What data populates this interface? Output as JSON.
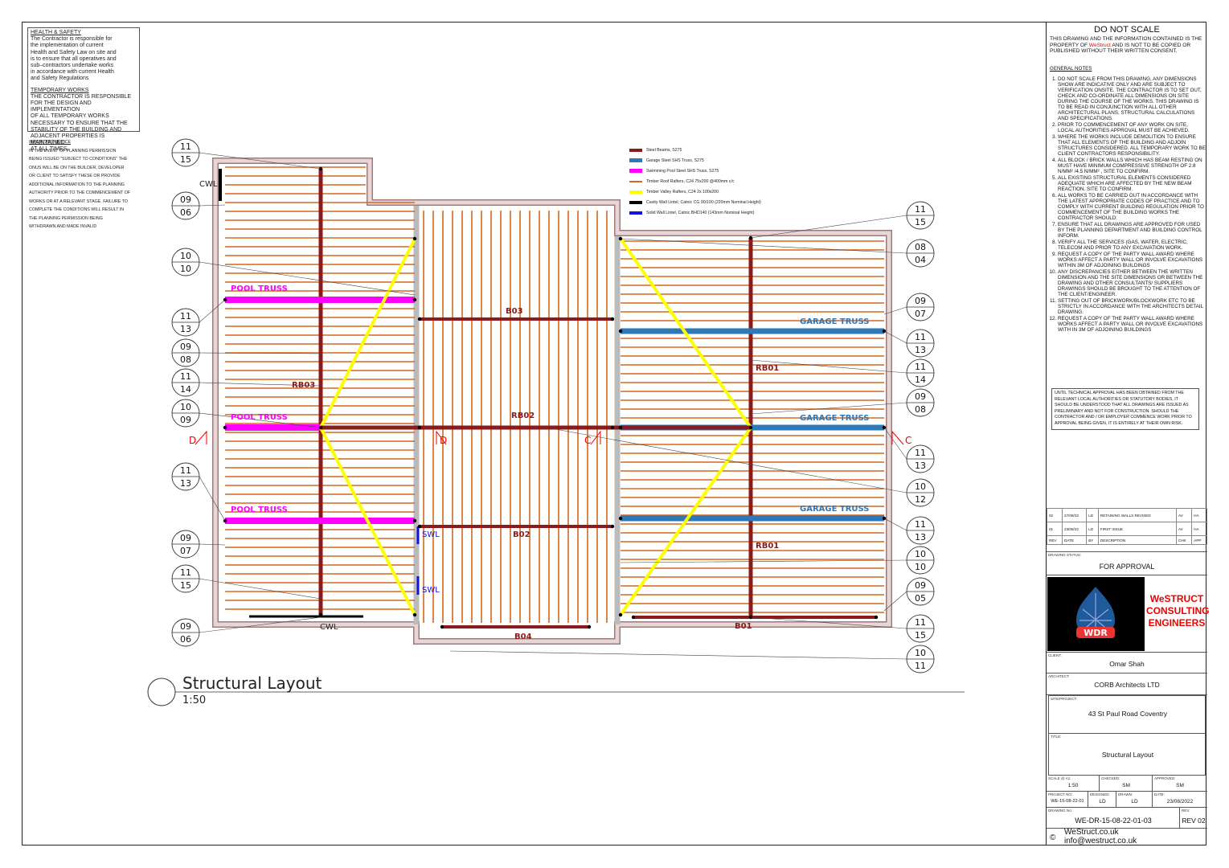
{
  "health_safety": {
    "heading": "HEALTH & SAFETY",
    "text": "The Contractor is responsible for\nthe implementation of current\nHealth and Safety Law on site and\nis to ensure that all operatives and\nsub–contractors undertake works\nin accordance with current Health\nand Safety Regulations",
    "temp_heading": "TEMPORARY WORKS",
    "temp_text": "THE CONTRACTOR IS RESPONSIBLE\nFOR THE DESIGN AND IMPLEMENTATION\nOF ALL TEMPORARY WORKS\nNECESSARY TO ENSURE THAT THE\nSTABILITY OF THE BUILDING AND\nADJACENT PROPERTIES IS MAINTAINED\nAT ALL TIMES."
  },
  "important_notice": {
    "heading": "IMPORTANT NOTICE",
    "text": "IN THE EVENT OF PLANNING PERMISSION\nBEING ISSUED \"SUBJECT TO CONDITIONS\" THE\nONUS WILL BE ON THE BUILDER, DEVELOPER\nOR CLIENT TO SATISFY THESE OR PROVIDE\nADDITIONAL INFORMATION TO THE PLANNING\nAUTHORITY PRIOR TO THE COMMENCEMENT OF\nWORKS OR AT A RELEVANT STAGE. FAILURE TO\nCOMPLETE THE CONDITIONS WILL RESULT IN\nTHE PLANNING PERMISSION BEING\nWITHDRAWN AND MADE INVALID"
  },
  "legend": [
    {
      "label": "Steel Beams, S275",
      "color": "#8b1a1a",
      "h": 4
    },
    {
      "label": "Garage Steel SHS Truss, S275",
      "color": "#2f78b7",
      "h": 5
    },
    {
      "label": "Swimming Pool Steel SHS Truss, S275",
      "color": "#ff00ff",
      "h": 5
    },
    {
      "label": "Timber Roof Rafters, C24 75x200 @400mm c/c",
      "color": "#d2691e",
      "h": 2
    },
    {
      "label": "Timber Valley Rafters, C24 2x 100x200",
      "color": "#ffff00",
      "h": 4
    },
    {
      "label": "Cavity Wall Lintel, Catnic CG 90/100 (220mm Nominal Height)",
      "color": "#000000",
      "h": 4
    },
    {
      "label": "Solid Wall Lintel, Catnic BHD140 (143mm Nominal Height)",
      "color": "#1010e0",
      "h": 4
    }
  ],
  "plan": {
    "labels": {
      "pool1": "POOL TRUSS",
      "pool2": "POOL TRUSS",
      "pool3": "POOL TRUSS",
      "garage1": "GARAGE TRUSS",
      "garage2": "GARAGE TRUSS",
      "garage3": "GARAGE TRUSS",
      "b03": "B03",
      "rb02": "RB02",
      "b02": "B02",
      "b04": "B04",
      "rb03": "RB03",
      "rb01a": "RB01",
      "rb01b": "RB01",
      "b01": "B01",
      "cwl1": "CWL",
      "cwl2": "CWL",
      "swl1": "SWL",
      "swl2": "SWL",
      "secD1": "D",
      "secD2": "D",
      "secC1": "C",
      "secC2": "C"
    },
    "left_refs": [
      [
        "11",
        "15"
      ],
      [
        "09",
        "06"
      ],
      [
        "10",
        "10"
      ],
      [
        "11",
        "13"
      ],
      [
        "09",
        "08"
      ],
      [
        "11",
        "14"
      ],
      [
        "10",
        "09"
      ],
      [
        "11",
        "13"
      ],
      [
        "09",
        "07"
      ],
      [
        "11",
        "15"
      ],
      [
        "09",
        "06"
      ]
    ],
    "right_refs": [
      [
        "11",
        "15"
      ],
      [
        "08",
        "04"
      ],
      [
        "09",
        "07"
      ],
      [
        "11",
        "13"
      ],
      [
        "11",
        "14"
      ],
      [
        "09",
        "08"
      ],
      [
        "11",
        "13"
      ],
      [
        "10",
        "12"
      ],
      [
        "11",
        "13"
      ],
      [
        "10",
        "10"
      ],
      [
        "09",
        "05"
      ],
      [
        "11",
        "15"
      ],
      [
        "10",
        "11"
      ]
    ]
  },
  "drawing_title": {
    "title": "Structural Layout",
    "scale": "1:50"
  },
  "title_block": {
    "do_not_scale": "DO NOT SCALE",
    "property_1": "THIS DRAWING AND THE INFORMATION CONTAINED IS THE PROPERTY OF ",
    "property_company": "WeStruct",
    "property_2": " AND IS NOT TO BE COPIED OR PUBLISHED WITHOUT THEIR WRITTEN CONSENT.",
    "general_notes_heading": "GENERAL NOTES",
    "general_notes": [
      "DO NOT SCALE FROM THIS DRAWING, ANY DIMENSIONS SHOW ARE INDICATIVE ONLY AND ARE SUBJECT TO VERIFICATION ONSITE. THE CONTRACTOR IS TO SET OUT, CHECK AND CO-ORDINATE ALL DIMENSIONS ON SITE DURING THE COURSE OF THE WORKS. THIS DRAWING IS TO BE READ IN CONJUNCTION WITH ALL OTHER ARCHITECTURAL PLANS, STRUCTURAL CALCULATIONS AND SPECIFICATIONS.",
      "PRIOR TO COMMENCEMENT OF ANY WORK ON SITE, LOCAL AUTHORITIES APPROVAL MUST BE ACHIEVED.",
      "WHERE THE WORKS INCLUDE DEMOLITION TO ENSURE THAT ALL ELEMENTS OF THE BUILDING AND ADJOIN STRUCTURES CONSIDERED. ALL TEMPORARY WORK TO BE CLIENT CONTRACTORS RESPONSIBILITY.",
      "ALL BLOCK / BRICK WALLS WHICH HAS BEAM RESTING ON MUST HAVE MINIMUM COMPRESSIVE STRENGTH OF 2.8 N/MM² /4.5 N/MM² , SITE TO CONFIRM.",
      "ALL EXISTING STRUCTURAL ELEMENTS CONSIDERED ADEQUATE WHICH ARE AFFECTED BY THE NEW BEAM REACTION. SITE TO CONFIRM.",
      "ALL WORKS TO BE CARRIED OUT IN ACCORDANCE WITH THE LATEST APPROPRIATE CODES OF PRACTICE AND TO COMPLY WITH CURRENT BUILDING REGULATION PRIOR TO COMMENCEMENT OF THE BUILDING WORKS THE CONTRACTOR SHOULD:",
      "ENSURE THAT ALL DRAWINGS ARE APPROVED FOR USED BY THE PLANNING DEPARTMENT AND BUILDING CONTROL INFORM.",
      "VERIFY ALL THE SERVICES (GAS, WATER, ELECTRIC, TELECOM AND PRIOR TO ANY EXCAVATION WORK.",
      "REQUEST A COPY OF THE PARTY WALL AWARD WHERE WORKS AFFECT A PARTY WALL OR INVOLVE EXCAVATIONS WITHIN 3M OF ADJOINING BUILDINGS",
      "ANY DISCREPANCIES EITHER BETWEEN THE WRITTEN DIMENSION AND THE SITE DIMENSIONS OR BETWEEN THE DRAWING AND OTHER CONSULTANTS/ SUPPLIERS DRAWINGS SHOULD BE BROUGHT TO THE ATTENTION OF THE CLIENT/ENGINEER.",
      "SETTING OUT OF BRICKWORK/BLOCKWORK ETC TO BE STRICTLY IN ACCORDANCE WITH THE ARCHITECTS DETAIL DRAWING.",
      "REQUEST A COPY OF THE PARTY WALL AWARD WHERE WORKS AFFECT A PARTY WALL OR INVOLVE EXCAVATIONS WITH IN 3M OF ADJOINING BUILDINGS"
    ],
    "technical_approval": "UNTIL TECHNICAL APPROVAL HAS BEEN OBTAINED FROM THE RELEVANT LOCAL AUTHORITIES OR STATUTORY BODIES, IT SHOULD BE UNDERSTOOD THAT ALL DRAWINGS ARE ISSUED AS PRELIMINARY AND NOT FOR CONSTRUCTION. SHOULD THE CONTRACTOR AND / OR EMPLOYER COMMENCE WORK PRIOR TO APPROVAL BEING GIVEN, IT IS ENTIRELY AT THEIR OWN RISK.",
    "revisions": [
      {
        "rev": "02",
        "date": "27/08/22",
        "by": "LD",
        "desc": "RETAINING WALLS REVISED",
        "chk": "AV",
        "app": "HA"
      },
      {
        "rev": "01",
        "date": "23/08/22",
        "by": "LD",
        "desc": "FIRST ISSUE",
        "chk": "AV",
        "app": "HA"
      }
    ],
    "rev_headers": {
      "rev": "REV",
      "date": "DATE",
      "by": "BY",
      "desc": "DESCRIPTION",
      "chk": "CHK",
      "app": "APP"
    },
    "drawing_status_label": "DRAWING STATUS:",
    "drawing_status": "FOR APPROVAL",
    "logo_text": "WDR",
    "company_name": "WeSTRUCT CONSULTING ENGINEERS",
    "company_lines": [
      "WeSTRUCT",
      "CONSULTING",
      "ENGINEERS"
    ],
    "client_label": "CLIENT:",
    "client": "Omar Shah",
    "architect_label": "ARCHITECT:",
    "architect": "CORB Architects LTD",
    "site_label": "SITE/PROJECT:",
    "site": "43 St Paul Road Coventry",
    "title_label": "TITLE:",
    "title": "Structural Layout",
    "scale_label": "SCALE @ A1:",
    "scale": "1:50",
    "checked_label": "CHECKED:",
    "checked": "SM",
    "approved_label": "APPROVED:",
    "approved": "SM",
    "project_label": "PROJECT NO:",
    "project": "WE-15-08-22-01",
    "designed_label": "DESIGNED:",
    "designed": "LD",
    "drawn_label": "DRAWN:",
    "drawn": "LD",
    "date_label": "DATE:",
    "date": "23/08/2022",
    "drawing_no_label": "DRAWING No:",
    "drawing_no": "WE-DR-15-08-22-01-03",
    "rev_label": "REV:",
    "rev": "REV 02",
    "website": "WeStruct.co.uk",
    "email": "info@westruct.co.uk",
    "copyright": "©"
  }
}
